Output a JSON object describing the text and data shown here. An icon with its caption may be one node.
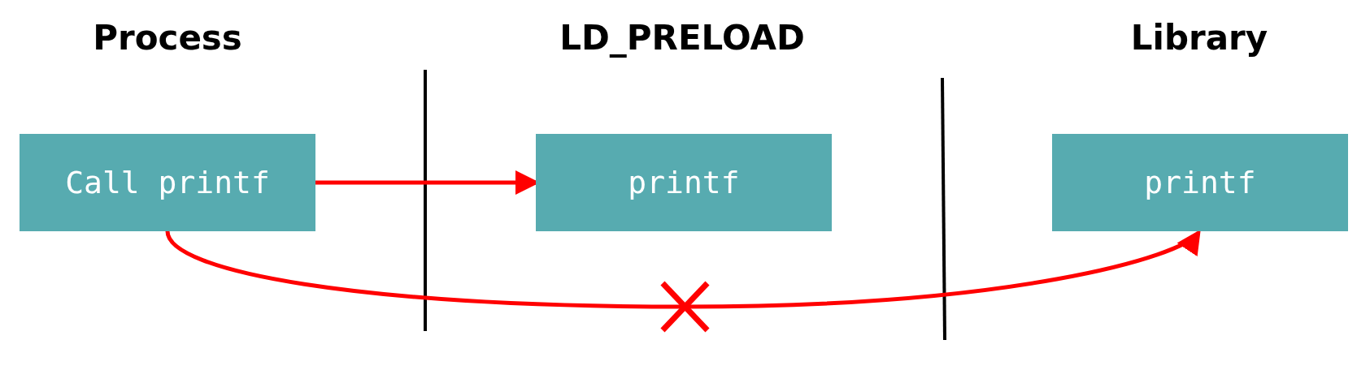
{
  "diagram": {
    "nodes": [
      {
        "text": [
          "Call printf"
        ]
      },
      {
        "text": [
          "printf"
        ]
      },
      {
        "text": [
          "printf"
        ]
      }
    ],
    "edges": [
      {
        "from": 0,
        "to": 1,
        "arrow": "to"
      },
      {
        "from": 0,
        "to": 2,
        "arrow": "to"
      }
    ],
    "labels": [
      "Process",
      "LD_PRELOAD",
      "Library"
    ]
  }
}
